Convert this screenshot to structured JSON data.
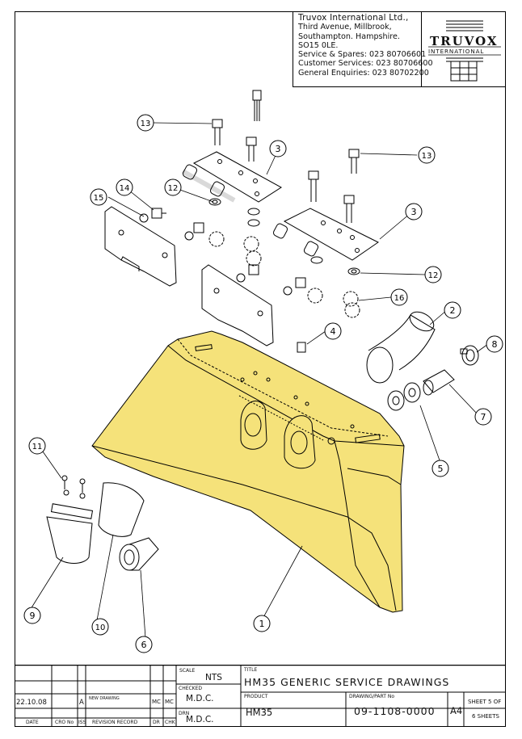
{
  "company": {
    "name": "Truvox International Ltd.,",
    "address": [
      "Third Avenue, Millbrook,",
      "Southampton. Hampshire.",
      "SO15 0LE."
    ],
    "contacts": [
      "Service & Spares: 023 80706601",
      "Customer Services: 023 80706600",
      "General Enquiries: 023 80702200"
    ],
    "logo_word": "TRUVOX",
    "logo_sub": "INTERNATIONAL"
  },
  "title_block": {
    "scale_label": "SCALE",
    "scale_value": "NTS",
    "title_label": "TITLE",
    "title_value": "HM35 GENERIC SERVICE DRAWINGS",
    "checked_label": "CHECKED",
    "checked_value": "M.D.C.",
    "product_label": "PRODUCT",
    "product_value": "HM35",
    "drawing_label": "DRAWING/PART No",
    "drawing_value": "09-1108-0000",
    "drn_label": "DRN",
    "drn_value": "M.D.C.",
    "size": "A4",
    "sheet_line1": "SHEET 5 OF",
    "sheet_line2": "6 SHEETS",
    "revision": {
      "date": "22.10.08",
      "iss": "A",
      "record": "NEW DRAWING",
      "dr": "MC",
      "chk": "MC"
    },
    "headers": {
      "date": "DATE",
      "cro": "CRO No",
      "iss": "ISS",
      "record": "REVISION RECORD",
      "dr": "DR",
      "chk": "CHK"
    }
  },
  "callouts": [
    "1",
    "2",
    "3",
    "3",
    "4",
    "5",
    "6",
    "7",
    "8",
    "9",
    "10",
    "11",
    "12",
    "12",
    "13",
    "13",
    "14",
    "15",
    "16"
  ],
  "colors": {
    "highlight": "#f5e27a",
    "line": "#000000"
  }
}
